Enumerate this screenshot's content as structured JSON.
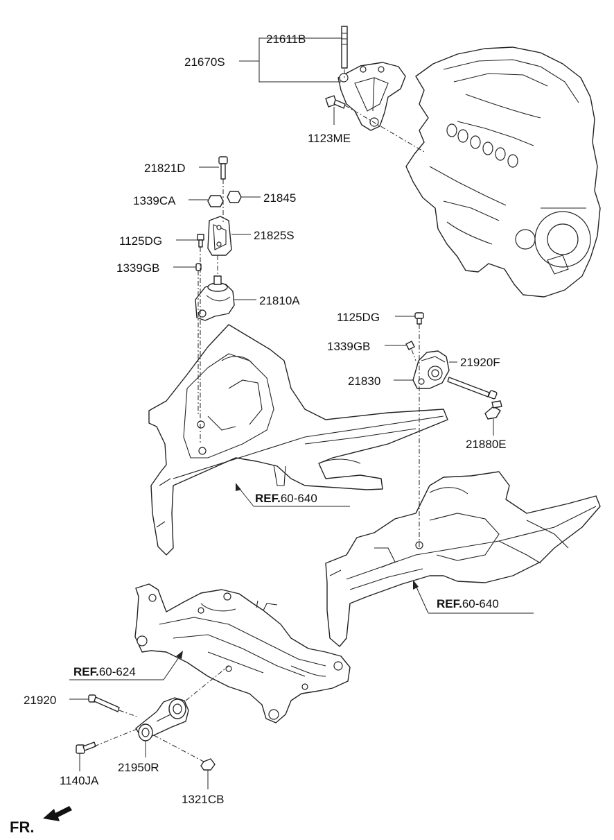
{
  "parts": {
    "p21611B": "21611B",
    "p21670S": "21670S",
    "p1123ME": "1123ME",
    "p21821D": "21821D",
    "p1339CA": "1339CA",
    "p21845": "21845",
    "p1125DG_a": "1125DG",
    "p21825S": "21825S",
    "p1339GB_a": "1339GB",
    "p21810A": "21810A",
    "p1125DG_b": "1125DG",
    "p1339GB_b": "1339GB",
    "p21920F": "21920F",
    "p21830": "21830",
    "p21880E": "21880E",
    "p21920": "21920",
    "p1140JA": "1140JA",
    "p21950R": "21950R",
    "p1321CB": "1321CB"
  },
  "refs": {
    "ref1": {
      "prefix": "REF.",
      "code": "60-640"
    },
    "ref2": {
      "prefix": "REF.",
      "code": "60-640"
    },
    "ref3": {
      "prefix": "REF.",
      "code": "60-624"
    }
  },
  "direction": {
    "label": "FR."
  },
  "colors": {
    "line": "#222222",
    "background": "#ffffff"
  }
}
